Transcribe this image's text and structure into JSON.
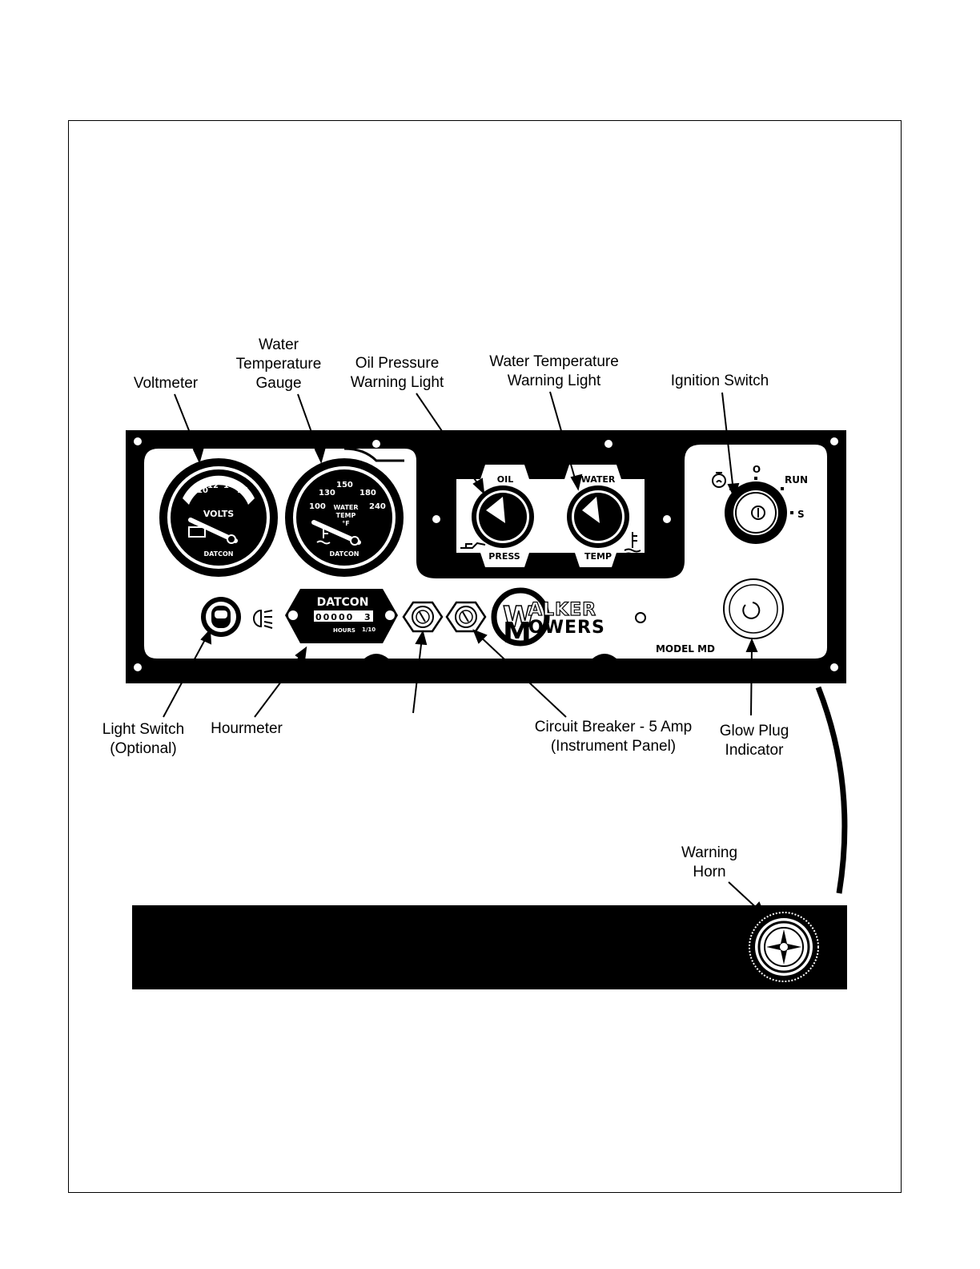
{
  "callouts": {
    "voltmeter": [
      "Voltmeter"
    ],
    "water_temp_gauge": [
      "Water",
      "Temperature",
      "Gauge"
    ],
    "oil_pressure_light": [
      "Oil Pressure",
      "Warning Light"
    ],
    "water_temp_light": [
      "Water Temperature",
      "Warning Light"
    ],
    "ignition_switch": [
      "Ignition Switch"
    ],
    "light_switch": [
      "Light Switch",
      "(Optional)"
    ],
    "hourmeter": [
      "Hourmeter"
    ],
    "circuit_breaker": [
      "Circuit Breaker - 5 Amp",
      "(Instrument Panel)"
    ],
    "glow_plug": [
      "Glow Plug",
      "Indicator"
    ],
    "warning_horn": [
      "Warning",
      "Horn"
    ]
  },
  "panel": {
    "voltmeter": {
      "ticks": [
        "10",
        "12",
        "14",
        "16"
      ],
      "label": "VOLTS",
      "brand": "DATCON"
    },
    "water_gauge": {
      "ticks": [
        "100",
        "130",
        "150",
        "180",
        "240"
      ],
      "label_1": "WATER",
      "label_2": "TEMP",
      "label_3": "°F",
      "brand": "DATCON"
    },
    "oil_light": {
      "top": "OIL",
      "bottom": "PRESS"
    },
    "water_light": {
      "top": "WATER",
      "bottom": "TEMP"
    },
    "ignition": {
      "positions": [
        "O",
        "RUN",
        "S"
      ]
    },
    "hourmeter": {
      "brand": "DATCON",
      "digits": "00000",
      "tenths": "3",
      "unit": "HOURS",
      "fraction": "1/10"
    },
    "logo": {
      "line_1": "ALKER",
      "line_2": "OWERS"
    },
    "model": "MODEL MD"
  }
}
